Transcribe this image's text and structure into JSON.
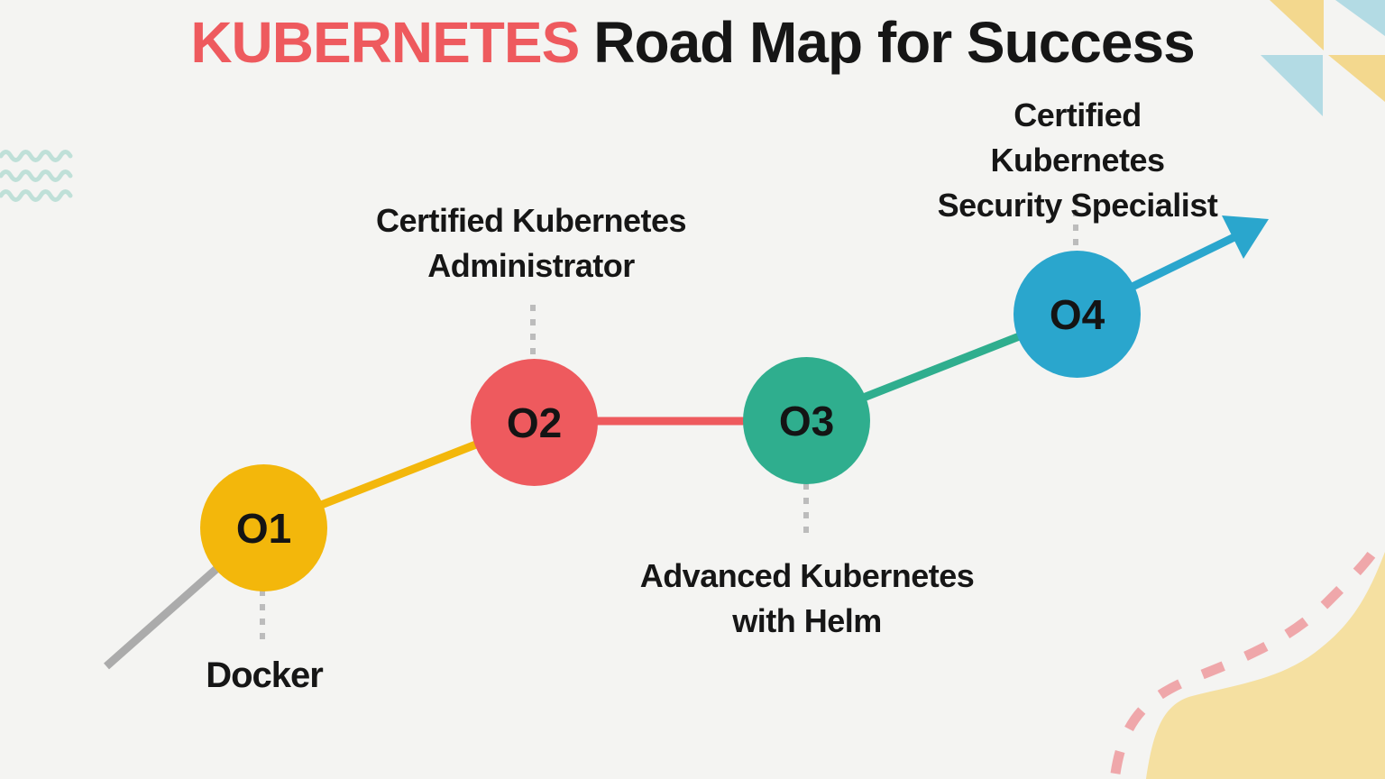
{
  "page": {
    "title_highlight": "KUBERNETES",
    "title_rest": "Road Map for Success"
  },
  "milestones": [
    {
      "id": "O1",
      "label": "Docker",
      "color": "#F3B70B",
      "label_position": "below"
    },
    {
      "id": "O2",
      "label": "Certified Kubernetes\nAdministrator",
      "color": "#EE5A5E",
      "label_position": "above"
    },
    {
      "id": "O3",
      "label": "Advanced Kubernetes\nwith Helm",
      "color": "#2FAE8E",
      "label_position": "below"
    },
    {
      "id": "O4",
      "label": "Certified Kubernetes\nSecurity Specialist",
      "color": "#2AA6CD",
      "label_position": "above"
    }
  ],
  "path": {
    "segment_colors": [
      "#ABABAB",
      "#F3B70B",
      "#EE5A5E",
      "#2FAE8E",
      "#2AA6CD"
    ],
    "dotted_connector_color": "#BCBCBC",
    "arrow_color": "#2AA6CD"
  },
  "colors": {
    "background": "#F4F4F2",
    "title_highlight": "#EE5A5E",
    "title_rest": "#161616",
    "decor_wave_teal": "#BFE0D8",
    "decor_triangle_yellow": "#F3D88E",
    "decor_triangle_blue": "#B3DBE4",
    "decor_blob_yellow": "#F5E0A1",
    "decor_dash_pink": "#EFA7AA"
  }
}
